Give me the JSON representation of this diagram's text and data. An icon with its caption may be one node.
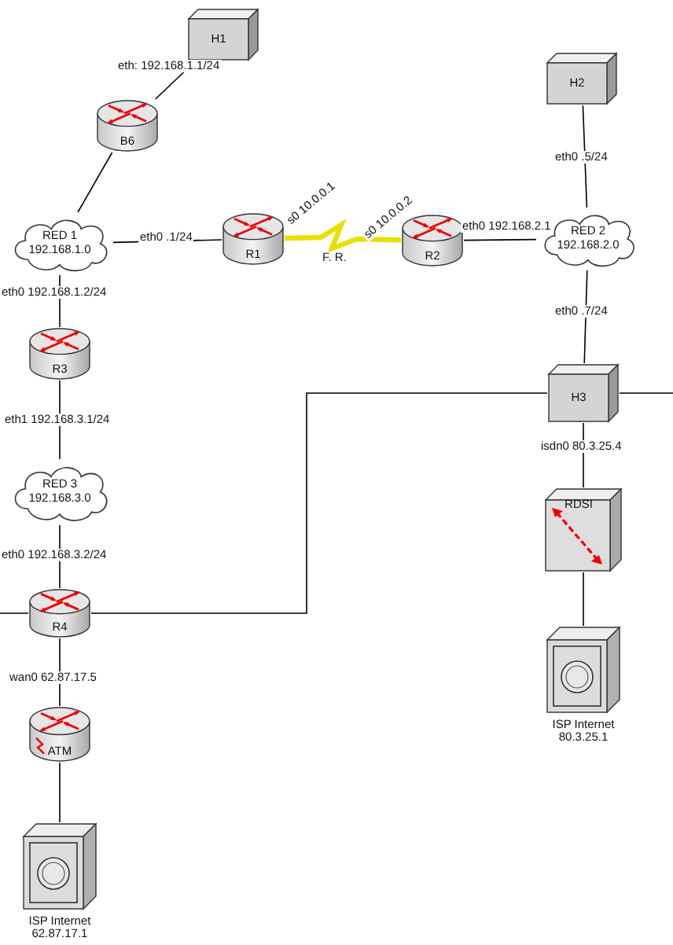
{
  "diagram": {
    "nodes": [
      {
        "text": [
          "H1"
        ]
      },
      {
        "text": [
          "B6"
        ]
      },
      {
        "text": [
          "RED 1",
          "192.168.1.0"
        ]
      },
      {
        "text": [
          "R1"
        ]
      },
      {
        "text": [
          "R2"
        ]
      },
      {
        "text": [
          "RED 2",
          "192.168.2.0"
        ]
      },
      {
        "text": [
          "H2"
        ]
      },
      {
        "text": [
          "R3"
        ]
      },
      {
        "text": [
          "RED 3",
          "192.168.3.0"
        ]
      },
      {
        "text": [
          "R4"
        ]
      },
      {
        "text": [
          "H3"
        ]
      },
      {
        "text": [
          "RDSI"
        ]
      },
      {
        "text": [
          "ISP Internet 80.3.25.1"
        ]
      },
      {
        "text": [
          "ATM"
        ]
      },
      {
        "text": [
          "ISP Internet 62.87.17.1"
        ]
      }
    ],
    "edges": [
      {
        "from": 0,
        "to": 1,
        "arrow": "none",
        "label": "eth: 192.168.1.1/24"
      },
      {
        "from": 1,
        "to": 2,
        "arrow": "none"
      },
      {
        "from": 2,
        "to": 3,
        "arrow": "none",
        "label": "eth0 .1/24"
      },
      {
        "from": 3,
        "to": 4,
        "arrow": "none",
        "label": "F. R.",
        "style": "thick",
        "color": "#e8e000"
      },
      {
        "from": 4,
        "to": 5,
        "arrow": "none",
        "label": "eth0 192.168.2.1"
      },
      {
        "from": 5,
        "to": 6,
        "arrow": "none",
        "label": "eth0 .5/24"
      },
      {
        "from": 5,
        "to": 10,
        "arrow": "none",
        "label": "eth0 .7/24"
      },
      {
        "from": 10,
        "to": 11,
        "arrow": "none",
        "label": "isdn0 80.3.25.4"
      },
      {
        "from": 11,
        "to": 12,
        "arrow": "none"
      },
      {
        "from": 2,
        "to": 7,
        "arrow": "none",
        "label": "eth0 192.168.1.2/24"
      },
      {
        "from": 7,
        "to": 8,
        "arrow": "none",
        "label": "eth1 192.168.3.1/24"
      },
      {
        "from": 8,
        "to": 9,
        "arrow": "none",
        "label": "eth0 192.168.3.2/24"
      },
      {
        "from": 9,
        "to": 13,
        "arrow": "none",
        "label": "wan0 62.87.17.5"
      },
      {
        "from": 13,
        "to": 14,
        "arrow": "none"
      },
      {
        "from": 9,
        "to": 10,
        "arrow": "none"
      },
      {
        "from": 10,
        "to": null,
        "arrow": "none"
      },
      {
        "from": null,
        "to": 9,
        "arrow": "none"
      }
    ],
    "labels": [
      "s0 10.0.0.1",
      "s0 10.0.0.2"
    ]
  }
}
